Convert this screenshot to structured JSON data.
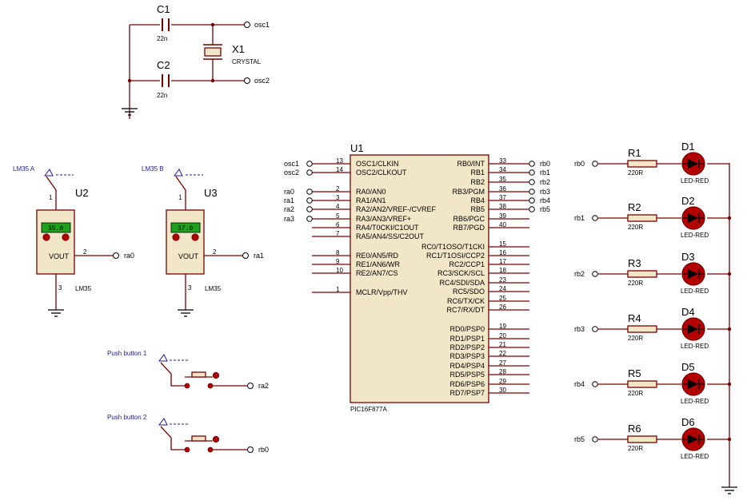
{
  "osc": {
    "c1_ref": "C1",
    "c1_val": "22n",
    "c2_ref": "C2",
    "c2_val": "22n",
    "x1_ref": "X1",
    "x1_val": "CRYSTAL",
    "net1": "osc1",
    "net2": "osc2"
  },
  "sensors": [
    {
      "probe": "LM35 A",
      "ref": "U2",
      "reading": "35.0",
      "pin1": "1",
      "pin2": "2",
      "pin3": "3",
      "vout": "VOUT",
      "part": "LM35",
      "net": "ra0"
    },
    {
      "probe": "LM35 B",
      "ref": "U3",
      "reading": "37.0",
      "pin1": "1",
      "pin2": "2",
      "pin3": "3",
      "vout": "VOUT",
      "part": "LM35",
      "net": "ra1"
    }
  ],
  "buttons": [
    {
      "label": "Push button 1",
      "net": "ra2"
    },
    {
      "label": "Push button 2",
      "net": "rb0"
    }
  ],
  "mcu": {
    "ref": "U1",
    "part": "PIC16F877A",
    "left_pins": [
      {
        "num": "13",
        "name": "OSC1/CLKIN",
        "net": "osc1"
      },
      {
        "num": "14",
        "name": "OSC2/CLKOUT",
        "net": "osc2"
      },
      {
        "num": "2",
        "name": "RA0/AN0",
        "net": "ra0"
      },
      {
        "num": "3",
        "name": "RA1/AN1",
        "net": "ra1"
      },
      {
        "num": "4",
        "name": "RA2/AN2/VREF-/CVREF",
        "net": "ra2"
      },
      {
        "num": "5",
        "name": "RA3/AN3/VREF+",
        "net": "ra3"
      },
      {
        "num": "6",
        "name": "RA4/T0CKI/C1OUT",
        "net": ""
      },
      {
        "num": "7",
        "name": "RA5/AN4/SS/C2OUT",
        "net": ""
      },
      {
        "num": "8",
        "name": "RE0/AN5/RD",
        "net": ""
      },
      {
        "num": "9",
        "name": "RE1/AN6/WR",
        "net": ""
      },
      {
        "num": "10",
        "name": "RE2/AN7/CS",
        "net": ""
      },
      {
        "num": "1",
        "name": "MCLR/Vpp/THV",
        "net": ""
      }
    ],
    "right_pins": [
      {
        "num": "33",
        "name": "RB0/INT",
        "net": "rb0"
      },
      {
        "num": "34",
        "name": "RB1",
        "net": "rb1"
      },
      {
        "num": "35",
        "name": "RB2",
        "net": "rb2"
      },
      {
        "num": "36",
        "name": "RB3/PGM",
        "net": "rb3"
      },
      {
        "num": "37",
        "name": "RB4",
        "net": "rb4"
      },
      {
        "num": "38",
        "name": "RB5",
        "net": "rb5"
      },
      {
        "num": "39",
        "name": "RB6/PGC",
        "net": ""
      },
      {
        "num": "40",
        "name": "RB7/PGD",
        "net": ""
      },
      {
        "num": "15",
        "name": "RC0/T1OSO/T1CKI",
        "net": ""
      },
      {
        "num": "16",
        "name": "RC1/T1OSI/CCP2",
        "net": ""
      },
      {
        "num": "17",
        "name": "RC2/CCP1",
        "net": ""
      },
      {
        "num": "18",
        "name": "RC3/SCK/SCL",
        "net": ""
      },
      {
        "num": "23",
        "name": "RC4/SDI/SDA",
        "net": ""
      },
      {
        "num": "24",
        "name": "RC5/SDO",
        "net": ""
      },
      {
        "num": "25",
        "name": "RC6/TX/CK",
        "net": ""
      },
      {
        "num": "26",
        "name": "RC7/RX/DT",
        "net": ""
      },
      {
        "num": "19",
        "name": "RD0/PSP0",
        "net": ""
      },
      {
        "num": "20",
        "name": "RD1/PSP1",
        "net": ""
      },
      {
        "num": "21",
        "name": "RD2/PSP2",
        "net": ""
      },
      {
        "num": "22",
        "name": "RD3/PSP3",
        "net": ""
      },
      {
        "num": "27",
        "name": "RD4/PSP4",
        "net": ""
      },
      {
        "num": "28",
        "name": "RD5/PSP5",
        "net": ""
      },
      {
        "num": "29",
        "name": "RD6/PSP6",
        "net": ""
      },
      {
        "num": "30",
        "name": "RD7/PSP7",
        "net": ""
      }
    ]
  },
  "leds": [
    {
      "net": "rb0",
      "r_ref": "R1",
      "r_val": "220R",
      "d_ref": "D1",
      "d_val": "LED-RED"
    },
    {
      "net": "rb1",
      "r_ref": "R2",
      "r_val": "220R",
      "d_ref": "D2",
      "d_val": "LED-RED"
    },
    {
      "net": "rb2",
      "r_ref": "R3",
      "r_val": "220R",
      "d_ref": "D3",
      "d_val": "LED-RED"
    },
    {
      "net": "rb3",
      "r_ref": "R4",
      "r_val": "220R",
      "d_ref": "D4",
      "d_val": "LED-RED"
    },
    {
      "net": "rb4",
      "r_ref": "R5",
      "r_val": "220R",
      "d_ref": "D5",
      "d_val": "LED-RED"
    },
    {
      "net": "rb5",
      "r_ref": "R6",
      "r_val": "220R",
      "d_ref": "D6",
      "d_val": "LED-RED"
    }
  ]
}
